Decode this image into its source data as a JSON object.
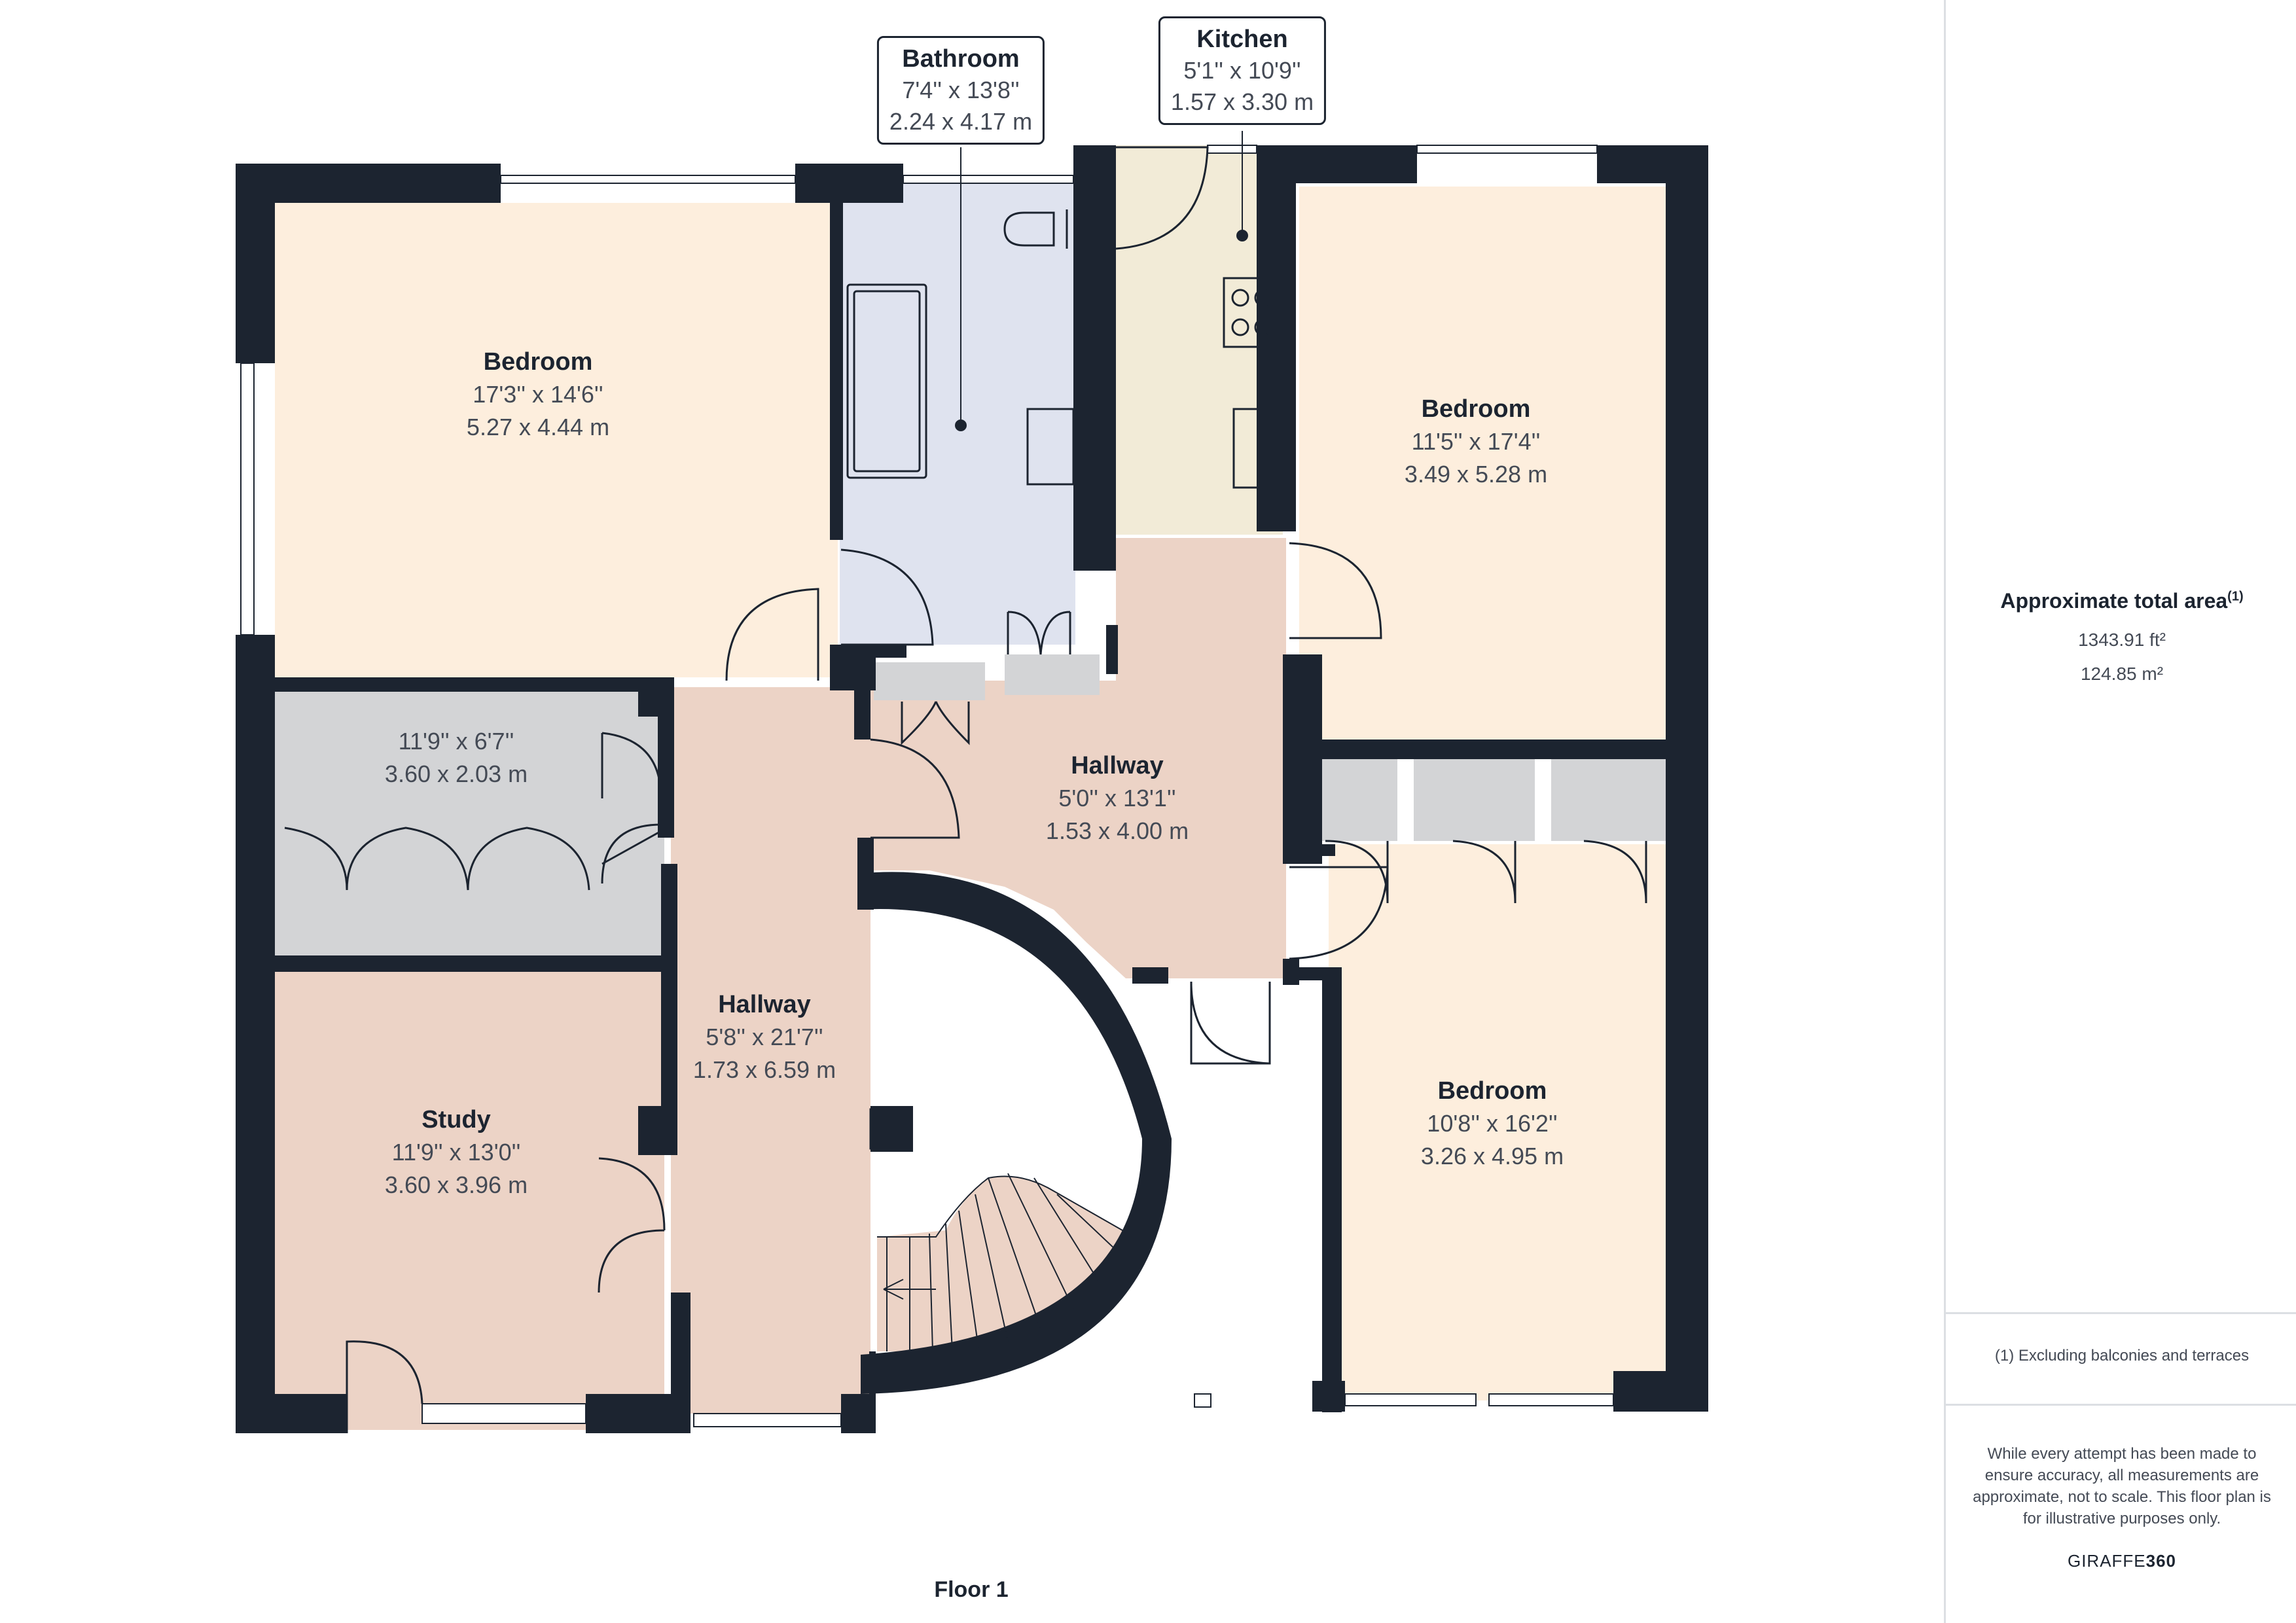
{
  "rooms": {
    "bedroom_nw": {
      "name": "Bedroom",
      "imperial": "17'3'' x 14'6''",
      "metric": "5.27 x 4.44 m"
    },
    "bathroom": {
      "name": "Bathroom",
      "imperial": "7'4'' x 13'8''",
      "metric": "2.24 x 4.17 m"
    },
    "kitchen": {
      "name": "Kitchen",
      "imperial": "5'1'' x 10'9''",
      "metric": "1.57 x 3.30 m"
    },
    "bedroom_ne": {
      "name": "Bedroom",
      "imperial": "11'5'' x 17'4''",
      "metric": "3.49 x 5.28 m"
    },
    "storage": {
      "imperial": "11'9'' x 6'7''",
      "metric": "3.60 x 2.03 m"
    },
    "hallway_upper": {
      "name": "Hallway",
      "imperial": "5'0'' x 13'1''",
      "metric": "1.53 x 4.00 m"
    },
    "hallway_west": {
      "name": "Hallway",
      "imperial": "5'8'' x 21'7''",
      "metric": "1.73 x 6.59 m"
    },
    "study": {
      "name": "Study",
      "imperial": "11'9'' x 13'0''",
      "metric": "3.60 x 3.96 m"
    },
    "bedroom_se": {
      "name": "Bedroom",
      "imperial": "10'8'' x 16'2''",
      "metric": "3.26 x 4.95 m"
    }
  },
  "floor_label": "Floor 1",
  "summary": {
    "title": "Approximate total area",
    "title_note": "(1)",
    "area_ft": "1343.91 ft²",
    "area_m": "124.85 m²",
    "footnote": "(1) Excluding balconies and terraces",
    "disclaimer": "While every attempt has been made to ensure accuracy, all measurements are approximate, not to scale. This floor plan is for illustrative purposes only.",
    "brand_light": "GIRAFFE",
    "brand_bold": "360"
  },
  "colors": {
    "wall": "#1c2430",
    "bedroom_fill": "#fdeedd",
    "bathroom_fill": "#dfe3ef",
    "kitchen_fill": "#f2ebd7",
    "storage_fill": "#d3d4d6",
    "hallway_fill": "#ecd3c6",
    "study_fill": "#ecd3c6",
    "stairs_fill": "#ecd3c6"
  }
}
